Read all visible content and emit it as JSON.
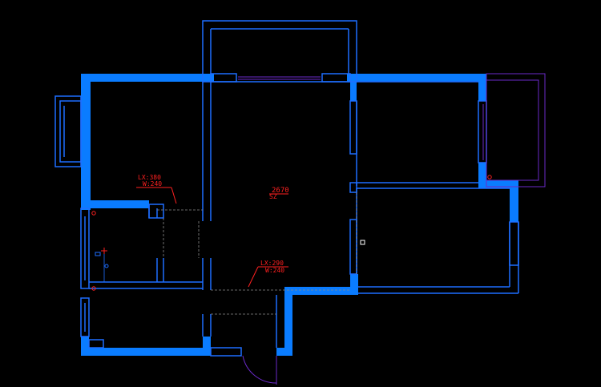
{
  "drawing": {
    "annotations": {
      "beam_left": {
        "lx": "LX:380",
        "w": "W:240"
      },
      "center_dim": {
        "value": "2670",
        "sub": "SZ"
      },
      "beam_lower": {
        "lx": "LX:290",
        "w": "W:240"
      }
    },
    "colors": {
      "background": "#000000",
      "wall": "#0a7cff",
      "line": "#1e6eff",
      "dim_line": "#8a8a8a",
      "annotation": "#ff2020",
      "balcony": "#6a2ac8",
      "cursor": "#ffffff"
    }
  }
}
